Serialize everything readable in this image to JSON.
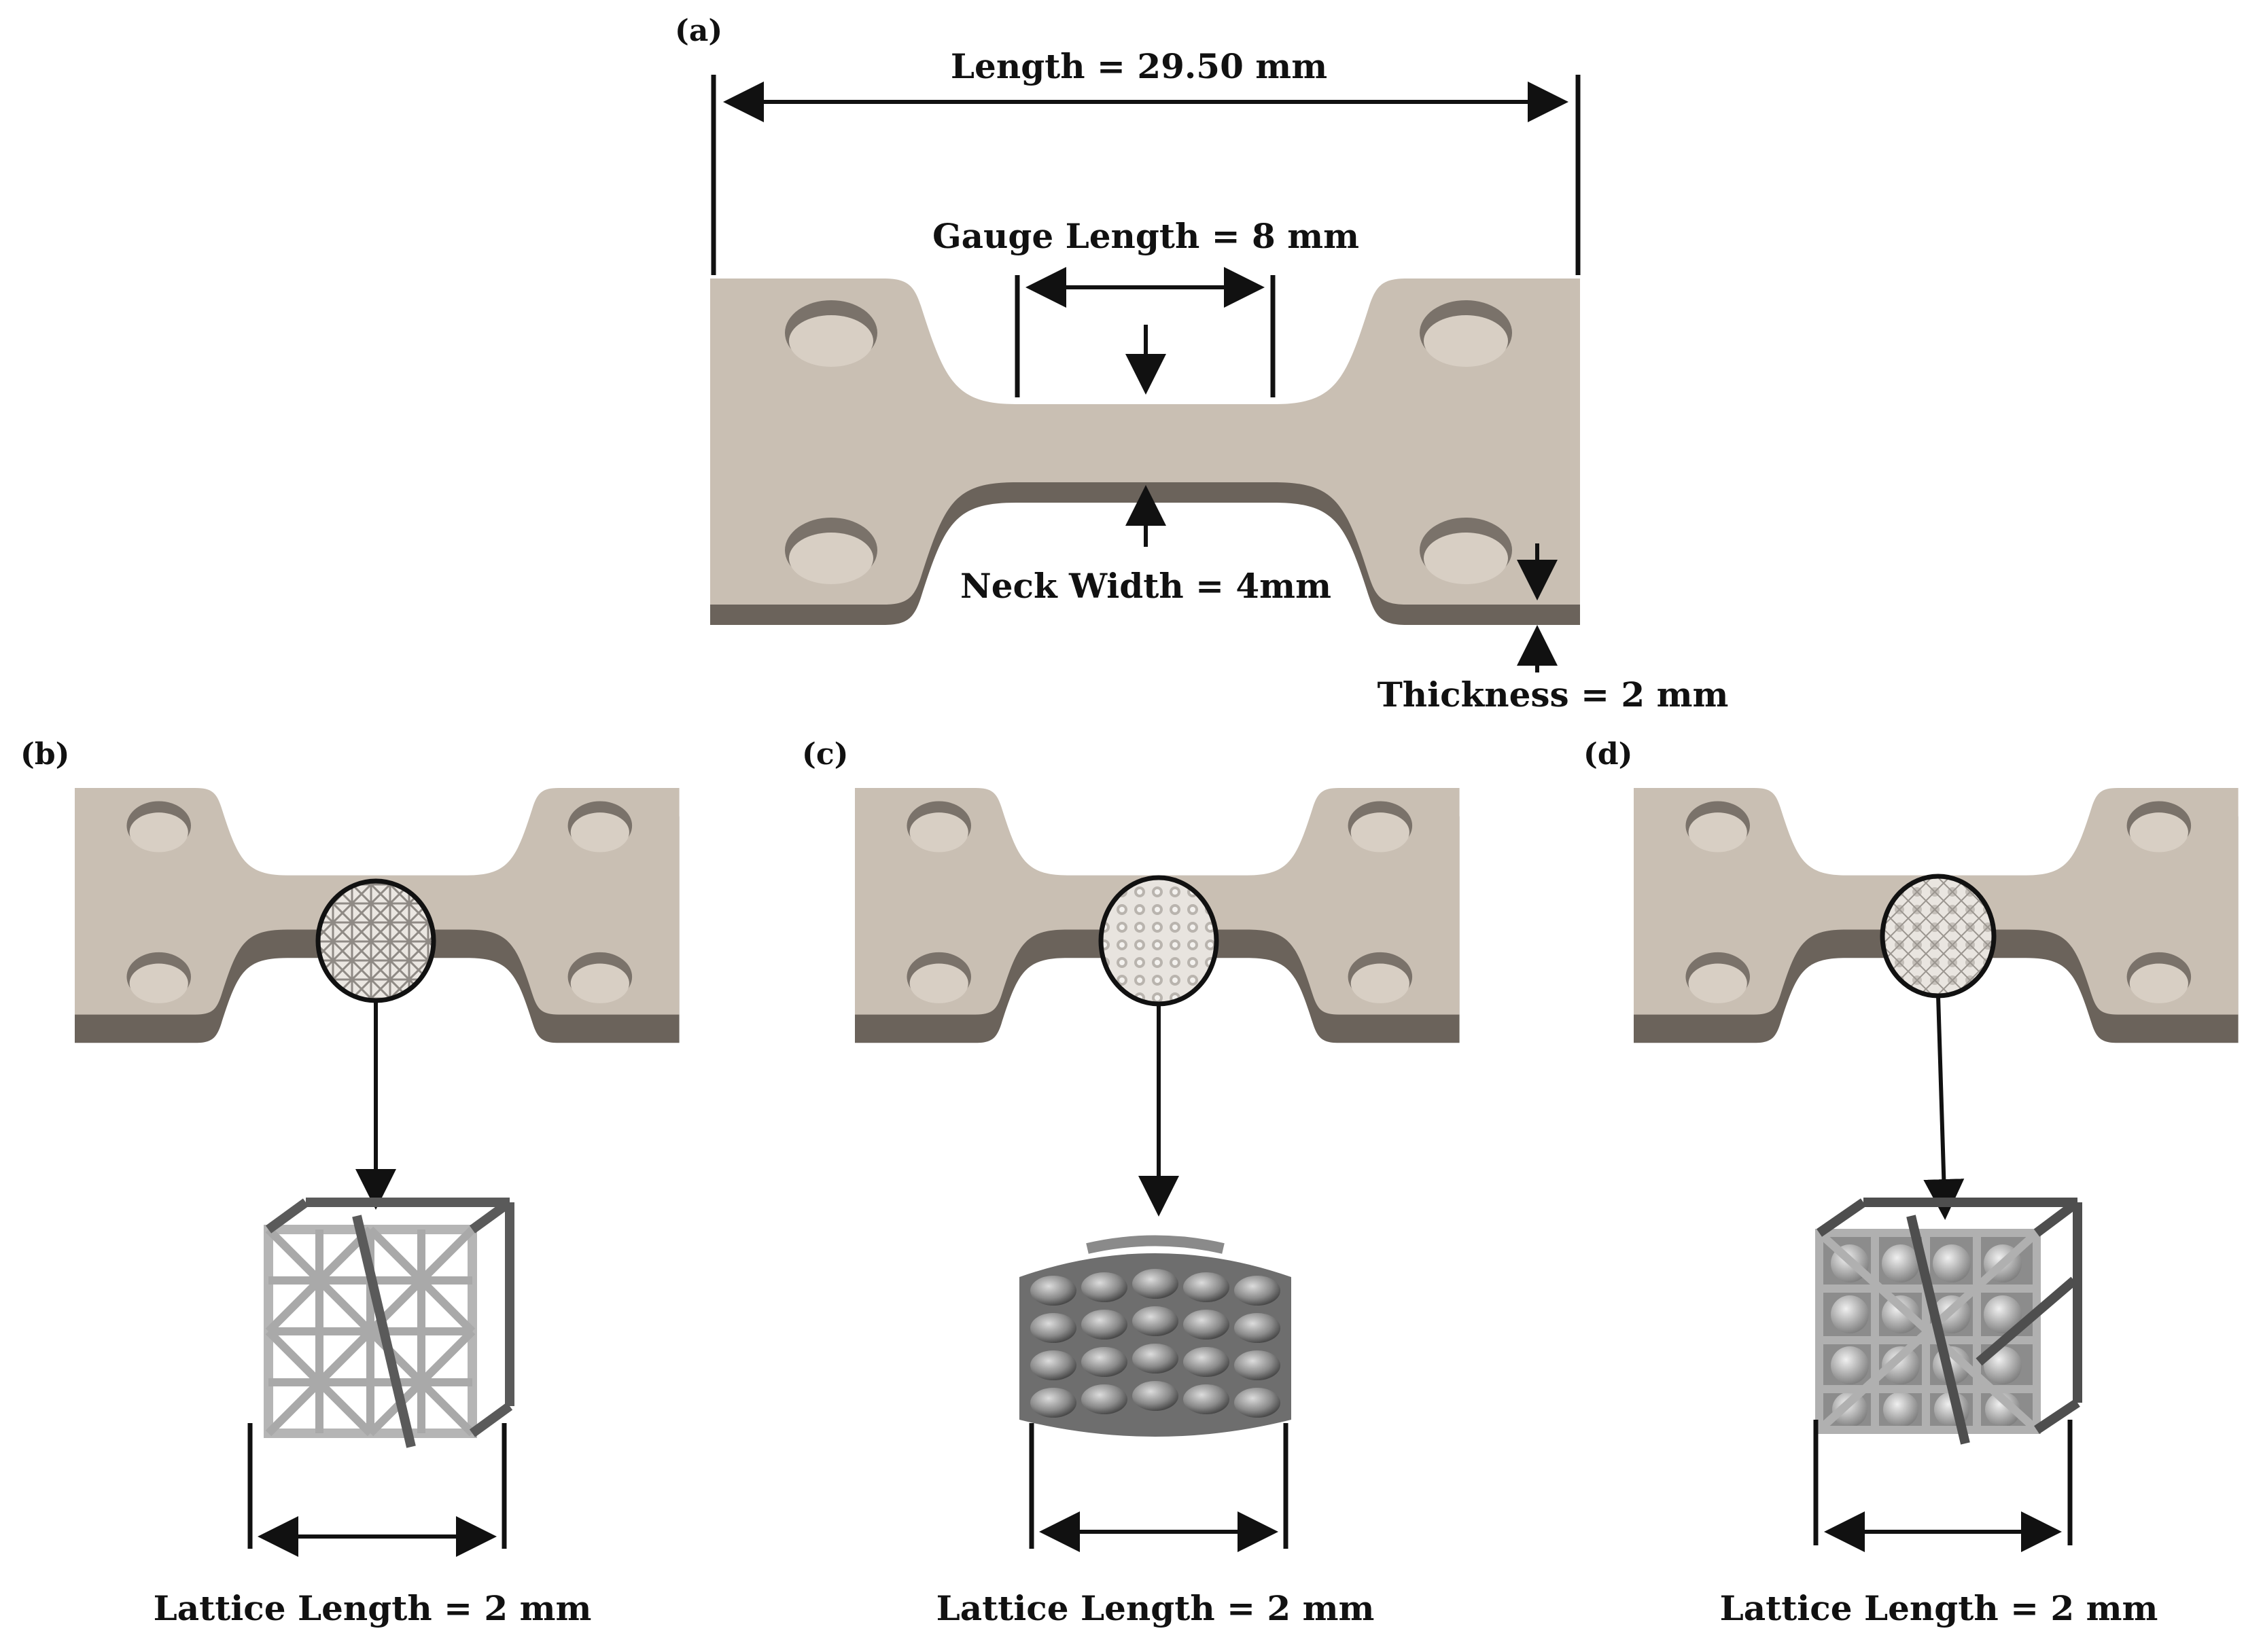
{
  "colors": {
    "plate_top": "#c9bfb3",
    "plate_side": "#6b635b",
    "hole_wall": "#7a726a",
    "hole_floor": "#d8cfc4",
    "dimension_line": "#111111",
    "lattice_light": "#d9d9d9",
    "lattice_dark": "#555555",
    "lattice_mid": "#999999"
  },
  "panel_a": {
    "tag": "(a)",
    "length_label": "Length = 29.50 mm",
    "gauge_label": "Gauge Length = 8 mm",
    "neck_label": "Neck Width = 4mm",
    "thickness_label": "Thickness = 2 mm"
  },
  "panel_b": {
    "tag": "(b)",
    "lattice_label": "Lattice Length = 2 mm",
    "lattice_style": "truss-lattice"
  },
  "panel_c": {
    "tag": "(c)",
    "lattice_label": "Lattice Length = 2 mm",
    "lattice_style": "gyroid-lattice"
  },
  "panel_d": {
    "tag": "(d)",
    "lattice_label": "Lattice Length = 2 mm",
    "lattice_style": "hybrid-lattice"
  }
}
